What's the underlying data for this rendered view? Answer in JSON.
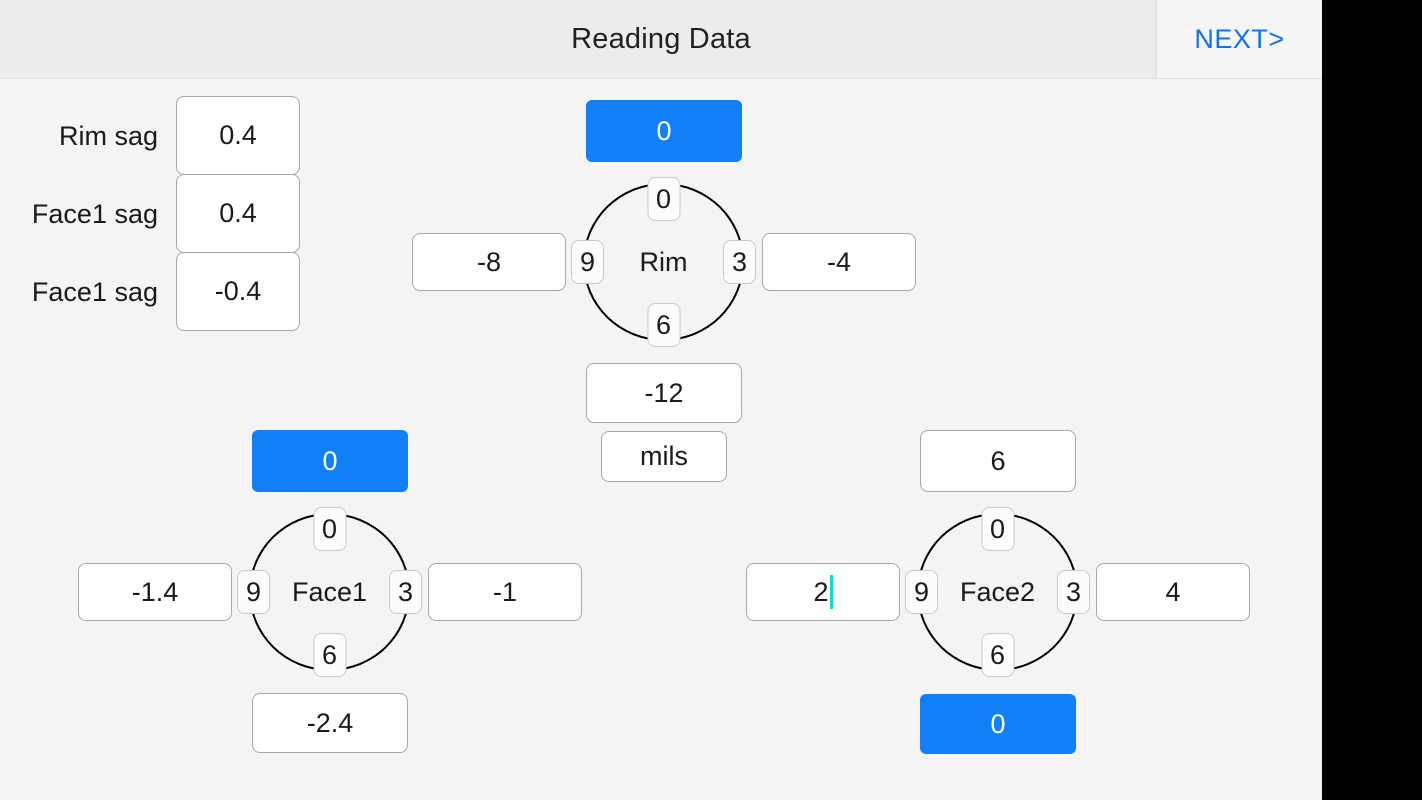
{
  "appbar": {
    "title": "Reading Data",
    "next_label": "NEXT>"
  },
  "sag_panel": {
    "rows": [
      {
        "label": "Rim sag",
        "value": "0.4"
      },
      {
        "label": "Face1 sag",
        "value": "0.4"
      },
      {
        "label": "Face1 sag",
        "value": "-0.4"
      }
    ]
  },
  "groups": {
    "rim": {
      "name": "Rim",
      "ticks": {
        "top": "0",
        "right": "3",
        "bottom": "6",
        "left": "9"
      },
      "top_value": "0",
      "left_value": "-8",
      "right_value": "-4",
      "bottom_value": "-12",
      "unit": "mils"
    },
    "face1": {
      "name": "Face1",
      "ticks": {
        "top": "0",
        "right": "3",
        "bottom": "6",
        "left": "9"
      },
      "top_value": "0",
      "left_value": "-1.4",
      "right_value": "-1",
      "bottom_value": "-2.4"
    },
    "face2": {
      "name": "Face2",
      "ticks": {
        "top": "0",
        "right": "3",
        "bottom": "6",
        "left": "9"
      },
      "top_value": "6",
      "left_value": "2",
      "right_value": "4",
      "bottom_value": "0"
    }
  },
  "colors": {
    "accent_blue": "#1180f7",
    "link_blue": "#1272f0",
    "caret_teal": "#08ddd0",
    "page_bg": "#f4f4f4",
    "appbar_bg": "#ececec",
    "navrail_bg": "#000000",
    "nav_icon": "#9a9a9a"
  }
}
